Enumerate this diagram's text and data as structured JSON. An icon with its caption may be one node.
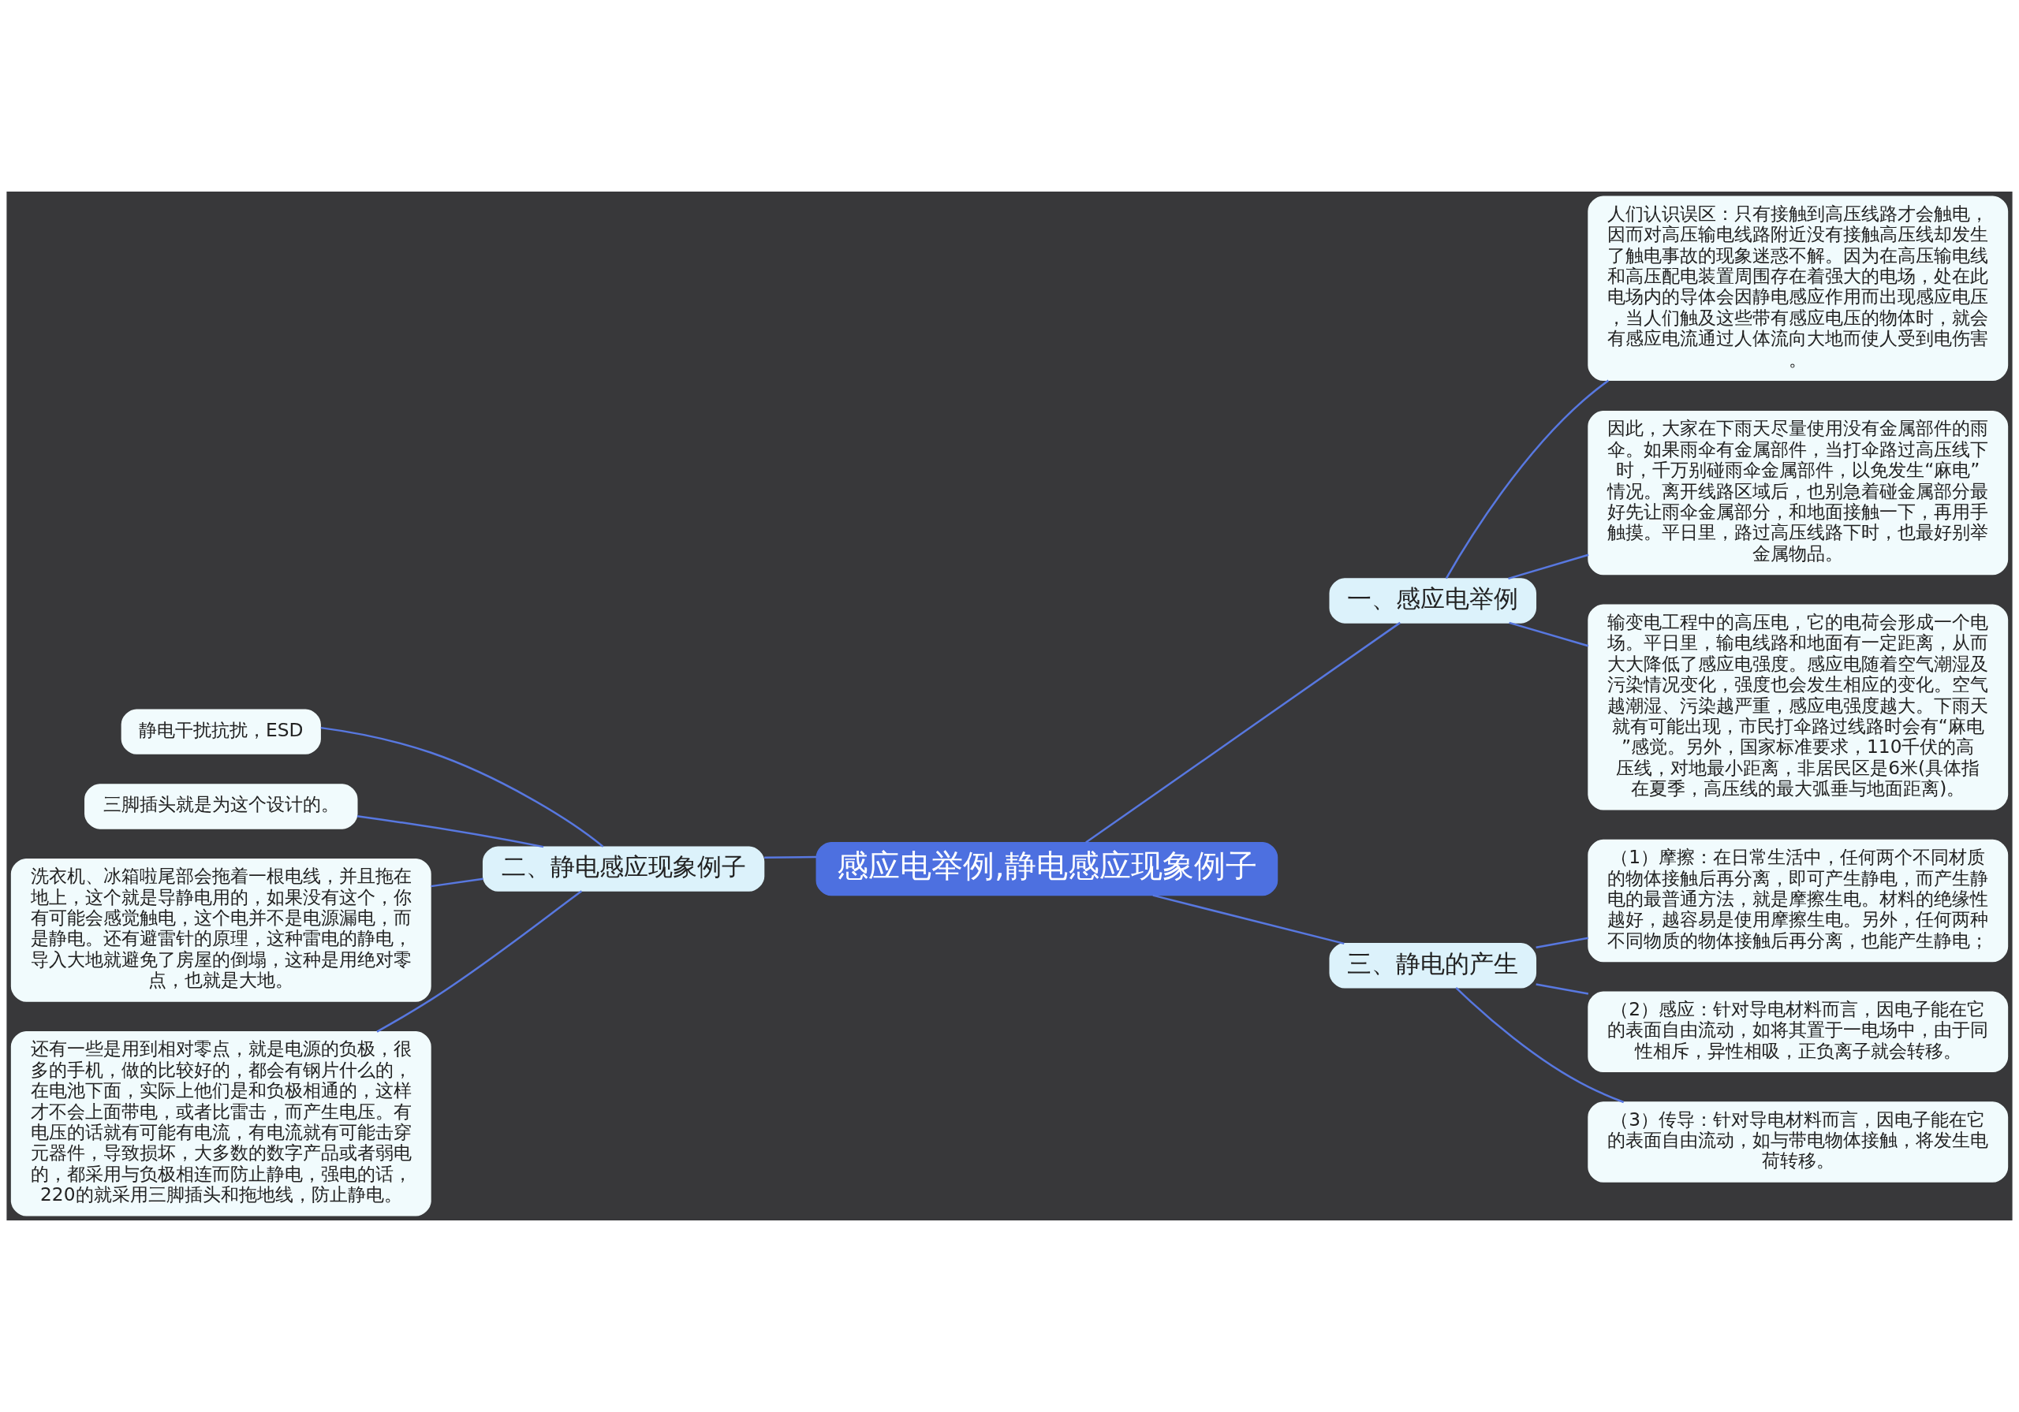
{
  "diagram": {
    "nodes": [
      {
        "text": [
          "感应电举例,静电感应现象例子"
        ]
      },
      {
        "text": [
          "一、感应电举例"
        ]
      },
      {
        "text": [
          "人们认识误区：只有接触到高压线路才会触电，因而对高压输电线路附近没有接触高压线却发生了触电事故的现象迷惑不解。因为在高压输电线和高压配电装置周围存在着强大的电场，处在此电场内的导体会因静电感应作用而出现感应电压，当人们触及这些带有感应电压的物体时，就会有感应电流通过人体流向大地而使人受到电伤害。"
        ]
      },
      {
        "text": [
          "因此，大家在下雨天尽量使用没有金属部件的雨伞。如果雨伞有金属部件，当打伞路过高压线下时，千万别碰雨伞金属部件，以免发生“麻电”情况。离开线路区域后，也别急着碰金属部分最好先让雨伞金属部分，和地面接触一下，再用手触摸。平日里，路过高压线路下时，也最好别举金属物品。"
        ]
      },
      {
        "text": [
          "输变电工程中的高压电，它的电荷会形成一个电场。平日里，输电线路和地面有一定距离，从而大大降低了感应电强度。感应电随着空气潮湿及污染情况变化，强度也会发生相应的变化。空气越潮湿、污染越严重，感应电强度越大。下雨天就有可能出现，市民打伞路过线路时会有“麻电”感觉。另外，国家标准要求，110千伏的高压线，对地最小距离，非居民区是6米(具体指在夏季，高压线的最大弧垂与地面距离)。"
        ]
      },
      {
        "text": [
          "三、静电的产生"
        ]
      },
      {
        "text": [
          "（1）摩擦：在日常生活中，任何两个不同材质的物体接触后再分离，即可产生静电，而产生静电的最普通方法，就是摩擦生电。材料的绝缘性越好，越容易是使用摩擦生电。另外，任何两种不同物质的物体接触后再分离，也能产生静电；"
        ]
      },
      {
        "text": [
          "（2）感应：针对导电材料而言，因电子能在它的表面自由流动，如将其置于一电场中，由于同性相斥，异性相吸，正负离子就会转移。"
        ]
      },
      {
        "text": [
          "（3）传导：针对导电材料而言，因电子能在它的表面自由流动，如与带电物体接触，将发生电荷转移。"
        ]
      },
      {
        "text": [
          "二、静电感应现象例子"
        ]
      },
      {
        "text": [
          "静电干扰抗扰，ESD"
        ]
      },
      {
        "text": [
          "三脚插头就是为这个设计的。"
        ]
      },
      {
        "text": [
          "洗衣机、冰箱啦尾部会拖着一根电线，并且拖在地上，这个就是导静电用的，如果没有这个，你有可能会感觉触电，这个电并不是电源漏电，而是静电。还有避雷针的原理，这种雷电的静电，导入大地就避免了房屋的倒塌，这种是用绝对零点，也就是大地。"
        ]
      },
      {
        "text": [
          "还有一些是用到相对零点，就是电源的负极，很多的手机，做的比较好的，都会有钢片什么的，在电池下面，实际上他们是和负极相通的，这样才不会上面带电，或者比雷击，而产生电压。有电压的话就有可能有电流，有电流就有可能击穿元器件，导致损坏，大多数的数字产品或者弱电的，都采用与负极相连而防止静电，强电的话，220的就采用三脚插头和拖地线，防止静电。"
        ]
      }
    ],
    "edges": [
      {
        "from": 0,
        "to": 1,
        "arrow": "none"
      },
      {
        "from": 1,
        "to": 2,
        "arrow": "none"
      },
      {
        "from": 1,
        "to": 3,
        "arrow": "none"
      },
      {
        "from": 1,
        "to": 4,
        "arrow": "none"
      },
      {
        "from": 0,
        "to": 5,
        "arrow": "none"
      },
      {
        "from": 5,
        "to": 6,
        "arrow": "none"
      },
      {
        "from": 5,
        "to": 7,
        "arrow": "none"
      },
      {
        "from": 5,
        "to": 8,
        "arrow": "none"
      },
      {
        "from": 0,
        "to": 9,
        "arrow": "none"
      },
      {
        "from": 9,
        "to": 10,
        "arrow": "none"
      },
      {
        "from": 9,
        "to": 11,
        "arrow": "none"
      },
      {
        "from": 9,
        "to": 12,
        "arrow": "none"
      },
      {
        "from": 9,
        "to": 13,
        "arrow": "none"
      }
    ]
  }
}
